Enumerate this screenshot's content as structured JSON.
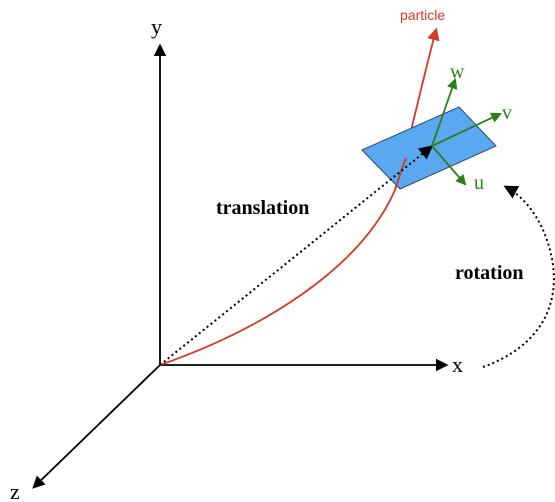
{
  "labels": {
    "y_axis": "y",
    "x_axis": "x",
    "z_axis": "z",
    "particle": "particle",
    "translation": "translation",
    "rotation": "rotation",
    "u": "u",
    "v": "v",
    "w": "w"
  },
  "colors": {
    "axes": "#000000",
    "trajectory": "#d23a2a",
    "particle_label": "#d23a2a",
    "local_frame": "#2e7d1f",
    "plane_fill": "#5aa9f0",
    "plane_stroke": "#2a4a6a",
    "translation_arrow": "#000000",
    "rotation_arrow": "#000000"
  }
}
